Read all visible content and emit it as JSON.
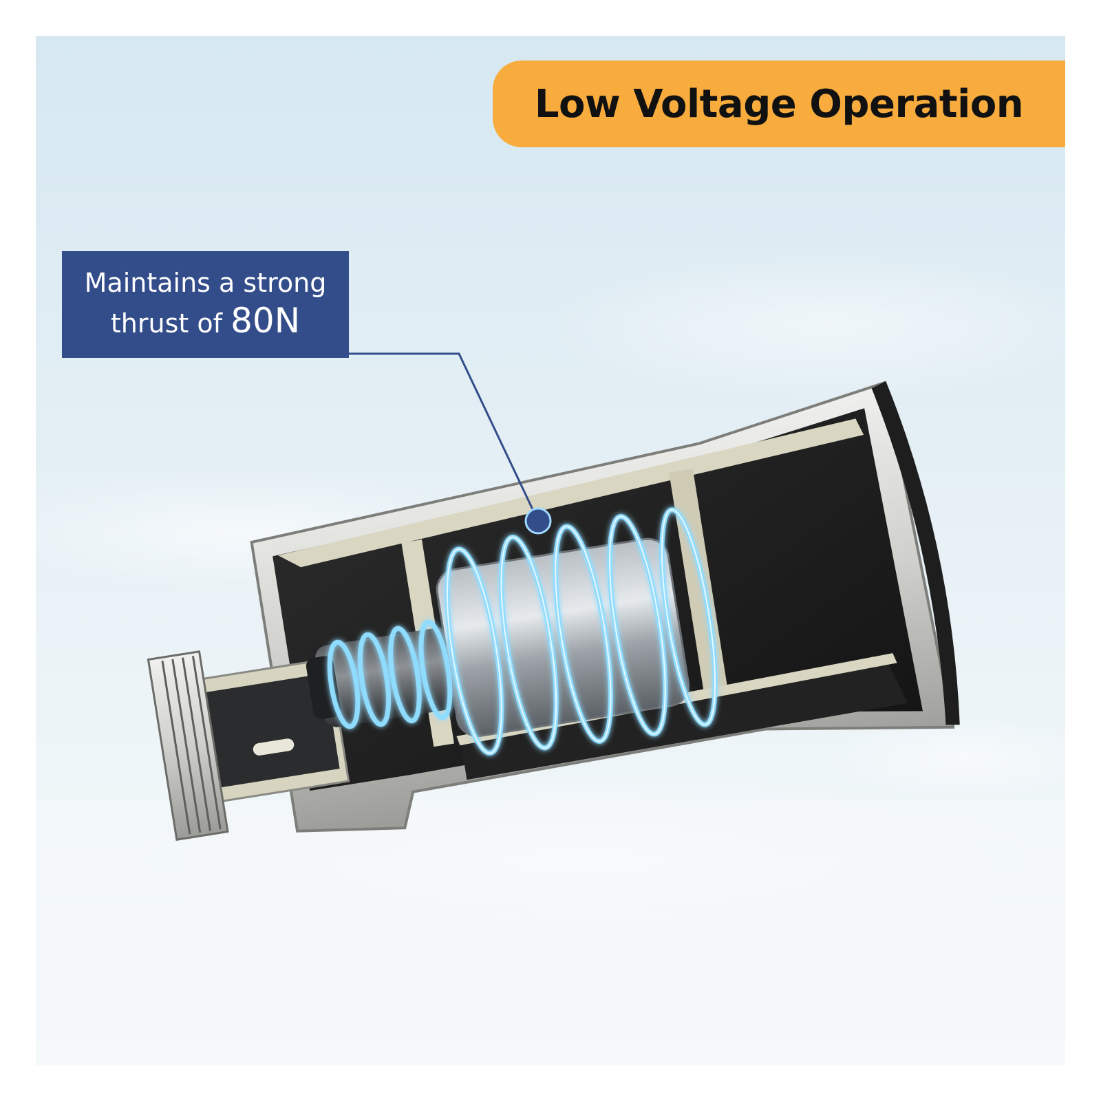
{
  "headline": "Low Voltage Operation",
  "callout": {
    "line1": "Maintains a strong",
    "line2_prefix": "thrust of ",
    "line2_value": "80N"
  },
  "colors": {
    "headline_bg": "#f7ac3d",
    "callout_bg": "#334d8a",
    "coil_glow": "#7fd6ff"
  },
  "icons": [
    "solenoid-cutaway-illustration",
    "coil-spring-icon"
  ]
}
